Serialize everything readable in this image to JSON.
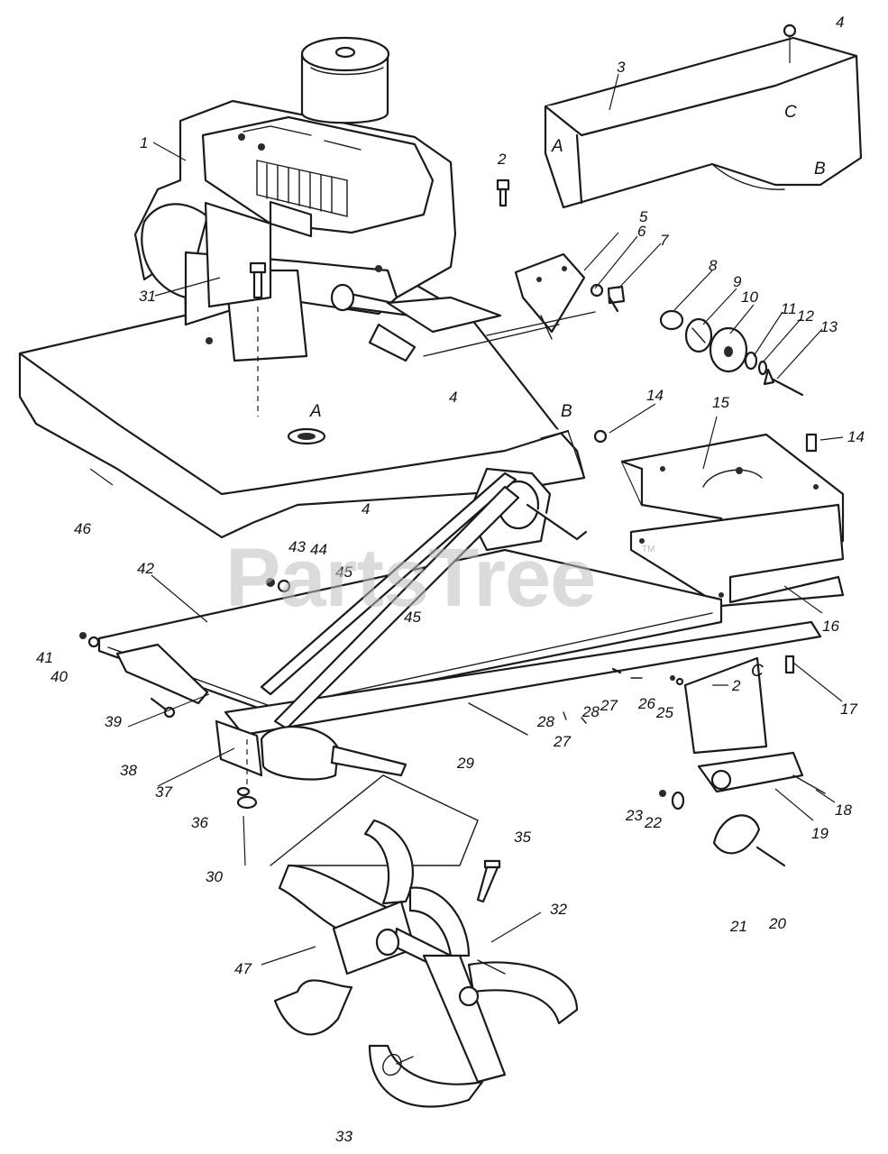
{
  "watermark": {
    "text": "PartsTree",
    "mark": "TM"
  },
  "reference_letters": {
    "a_engine": "A",
    "a_tine_shield": "A",
    "b_engine": "B",
    "b_tine_shield": "B",
    "c_engine": "C",
    "c_frame": "C"
  },
  "part_numbers": {
    "p1": "1",
    "p2_top": "2",
    "p2_lower": "2",
    "p3": "3",
    "p4_top": "4",
    "p4_plate": "4",
    "p4_frame": "4",
    "p5": "5",
    "p6": "6",
    "p7": "7",
    "p8": "8",
    "p9": "9",
    "p10": "10",
    "p11": "11",
    "p12": "12",
    "p13": "13",
    "p14_left": "14",
    "p14_right": "14",
    "p15": "15",
    "p16": "16",
    "p17": "17",
    "p18": "18",
    "p19": "19",
    "p20": "20",
    "p21": "21",
    "p22": "22",
    "p23": "23",
    "p25": "25",
    "p26": "26",
    "p27_a": "27",
    "p27_b": "27",
    "p28_a": "28",
    "p28_b": "28",
    "p29": "29",
    "p30": "30",
    "p31": "31",
    "p32": "32",
    "p33": "33",
    "p35": "35",
    "p36": "36",
    "p37": "37",
    "p38": "38",
    "p39": "39",
    "p40": "40",
    "p41": "41",
    "p42": "42",
    "p43": "43",
    "p44": "44",
    "p45_a": "45",
    "p45_b": "45",
    "p46": "46",
    "p47": "47"
  }
}
